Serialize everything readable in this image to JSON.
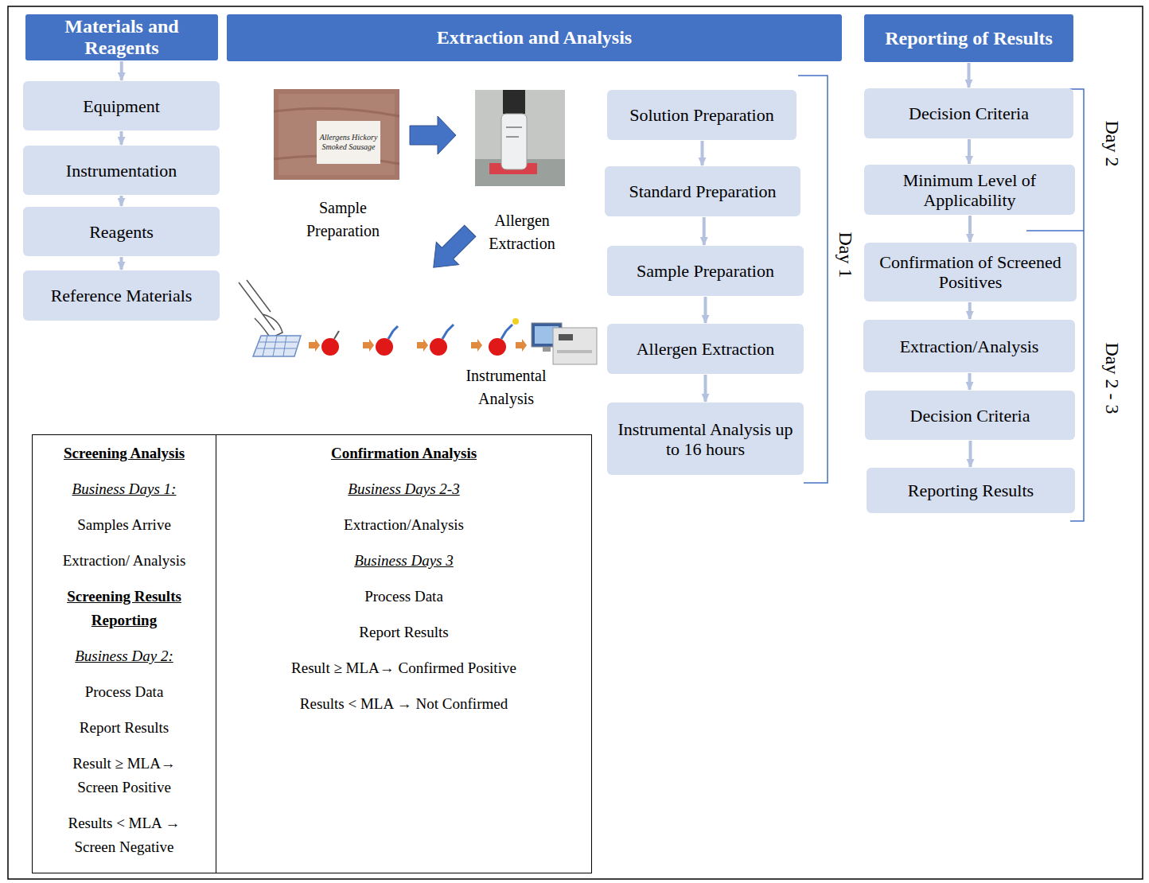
{
  "diagram": {
    "nodes": [
      {
        "text": [
          "Materials and Reagents"
        ]
      },
      {
        "text": [
          "Extraction and Analysis"
        ]
      },
      {
        "text": [
          "Reporting of Results"
        ]
      },
      {
        "text": [
          "Equipment"
        ]
      },
      {
        "text": [
          "Instrumentation"
        ]
      },
      {
        "text": [
          "Reagents"
        ]
      },
      {
        "text": [
          "Reference Materials"
        ]
      },
      {
        "text": [
          "Solution Preparation"
        ]
      },
      {
        "text": [
          "Standard Preparation"
        ]
      },
      {
        "text": [
          "Sample Preparation"
        ]
      },
      {
        "text": [
          "Allergen Extraction"
        ]
      },
      {
        "text": [
          "Instrumental Analysis up to 16 hours"
        ]
      },
      {
        "text": [
          "Decision Criteria"
        ]
      },
      {
        "text": [
          "Minimum Level of Applicability"
        ]
      },
      {
        "text": [
          "Confirmation of Screened Positives"
        ]
      },
      {
        "text": [
          "Extraction/Analysis"
        ]
      },
      {
        "text": [
          "Decision Criteria"
        ]
      },
      {
        "text": [
          "Reporting Results"
        ]
      },
      {
        "text": [
          "Screening Analysis",
          "Business Days 1:",
          "Samples Arrive",
          "Extraction/ Analysis",
          "Screening Results Reporting",
          "Business Day 2:",
          "Process Data",
          "Report Results",
          "Result ≥ MLA→ Screen Positive",
          "Results < MLA → Screen Negative"
        ]
      },
      {
        "text": [
          "Confirmation Analysis",
          "Business Days 2-3",
          "Extraction/Analysis",
          "Business Days 3",
          "Process Data",
          "Report Results",
          "Result ≥ MLA→ Confirmed Positive",
          "Results < MLA → Not Confirmed"
        ]
      }
    ],
    "edges": [
      {
        "from": 0,
        "to": 3,
        "arrow": "to"
      },
      {
        "from": 3,
        "to": 4,
        "arrow": "to"
      },
      {
        "from": 4,
        "to": 5,
        "arrow": "to"
      },
      {
        "from": 5,
        "to": 6,
        "arrow": "to"
      },
      {
        "from": 7,
        "to": 8,
        "arrow": "to"
      },
      {
        "from": 8,
        "to": 9,
        "arrow": "to"
      },
      {
        "from": 9,
        "to": 10,
        "arrow": "to"
      },
      {
        "from": 10,
        "to": 11,
        "arrow": "to"
      },
      {
        "from": 2,
        "to": 12,
        "arrow": "to"
      },
      {
        "from": 12,
        "to": 13,
        "arrow": "to"
      },
      {
        "from": 13,
        "to": 14,
        "arrow": "to"
      },
      {
        "from": 14,
        "to": 15,
        "arrow": "to"
      },
      {
        "from": 15,
        "to": 16,
        "arrow": "to"
      },
      {
        "from": 16,
        "to": 17,
        "arrow": "to"
      }
    ],
    "labels": [
      "Sample Preparation",
      "Allergen Extraction",
      "Instrumental Analysis",
      "Day 1",
      "Day 2",
      "Day 2 - 3",
      "Allergens Hickory Smoked Sausage"
    ]
  }
}
